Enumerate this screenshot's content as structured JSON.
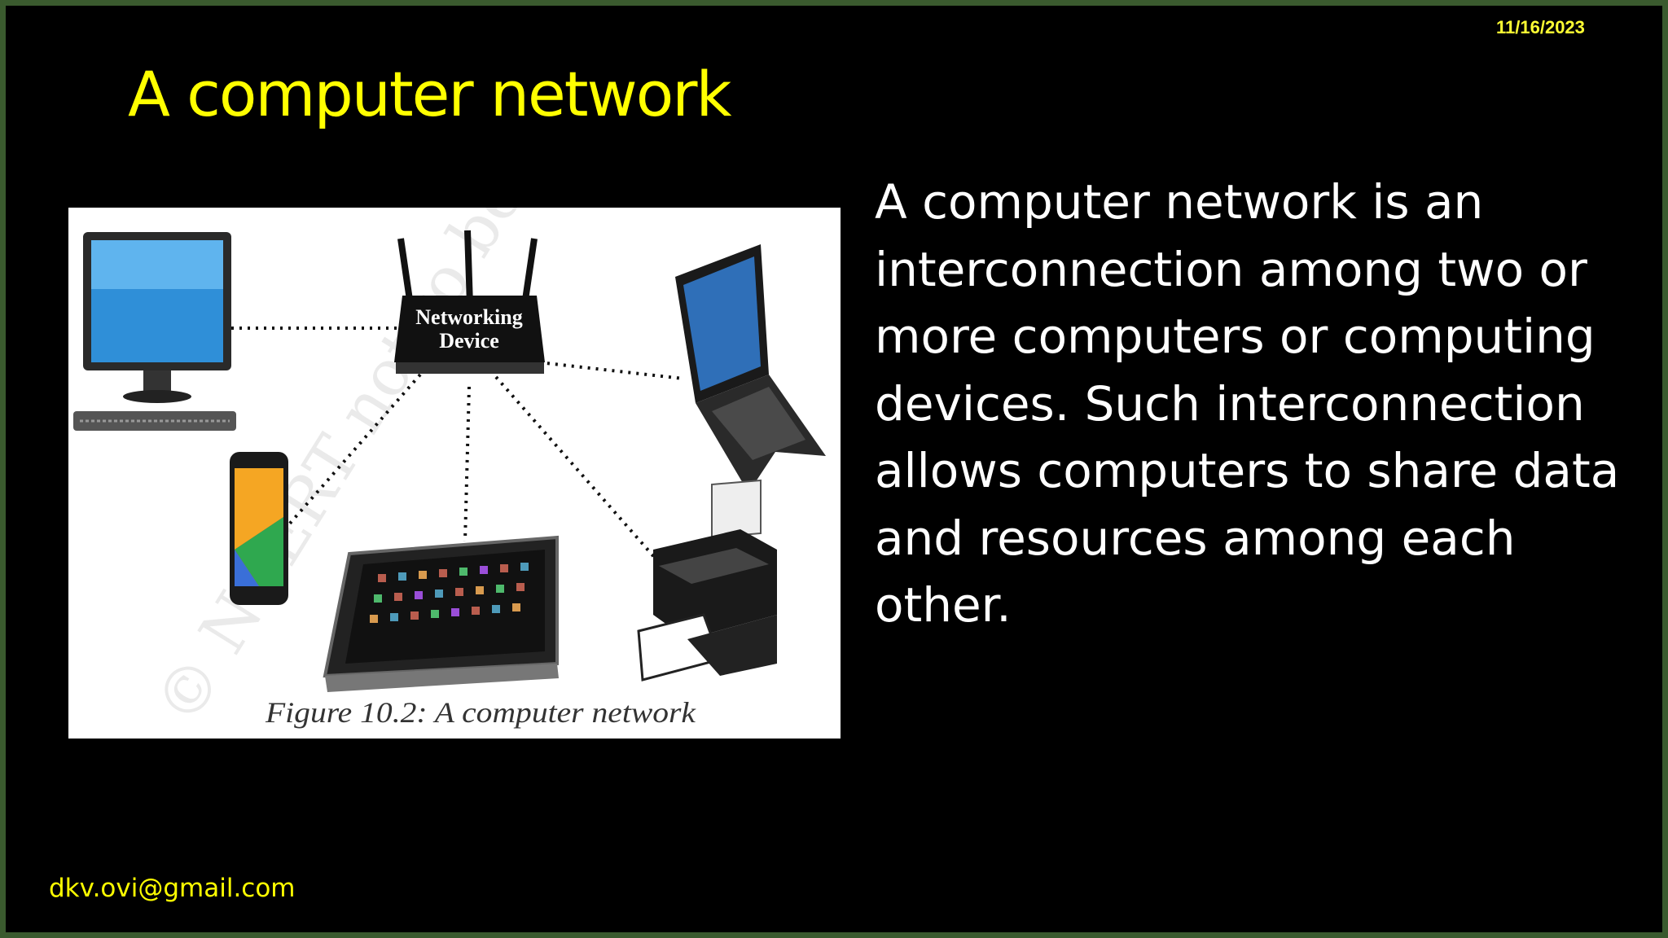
{
  "slide": {
    "date": "11/16/2023",
    "title": "A computer network",
    "body": "A computer network is an interconnection among two or more computers or computing devices. Such interconnection allows computers to share data and resources among each other.",
    "footer_email": "dkv.ovi@gmail.com"
  },
  "figure": {
    "caption": "Figure 10.2:  A computer network",
    "router_label_line1": "Networking",
    "router_label_line2": "Device",
    "watermark": "© NCERT not to be republished"
  },
  "colors": {
    "title": "#ffff00",
    "background": "#000000",
    "border": "#3a5a2e",
    "body_text": "#ffffff"
  }
}
